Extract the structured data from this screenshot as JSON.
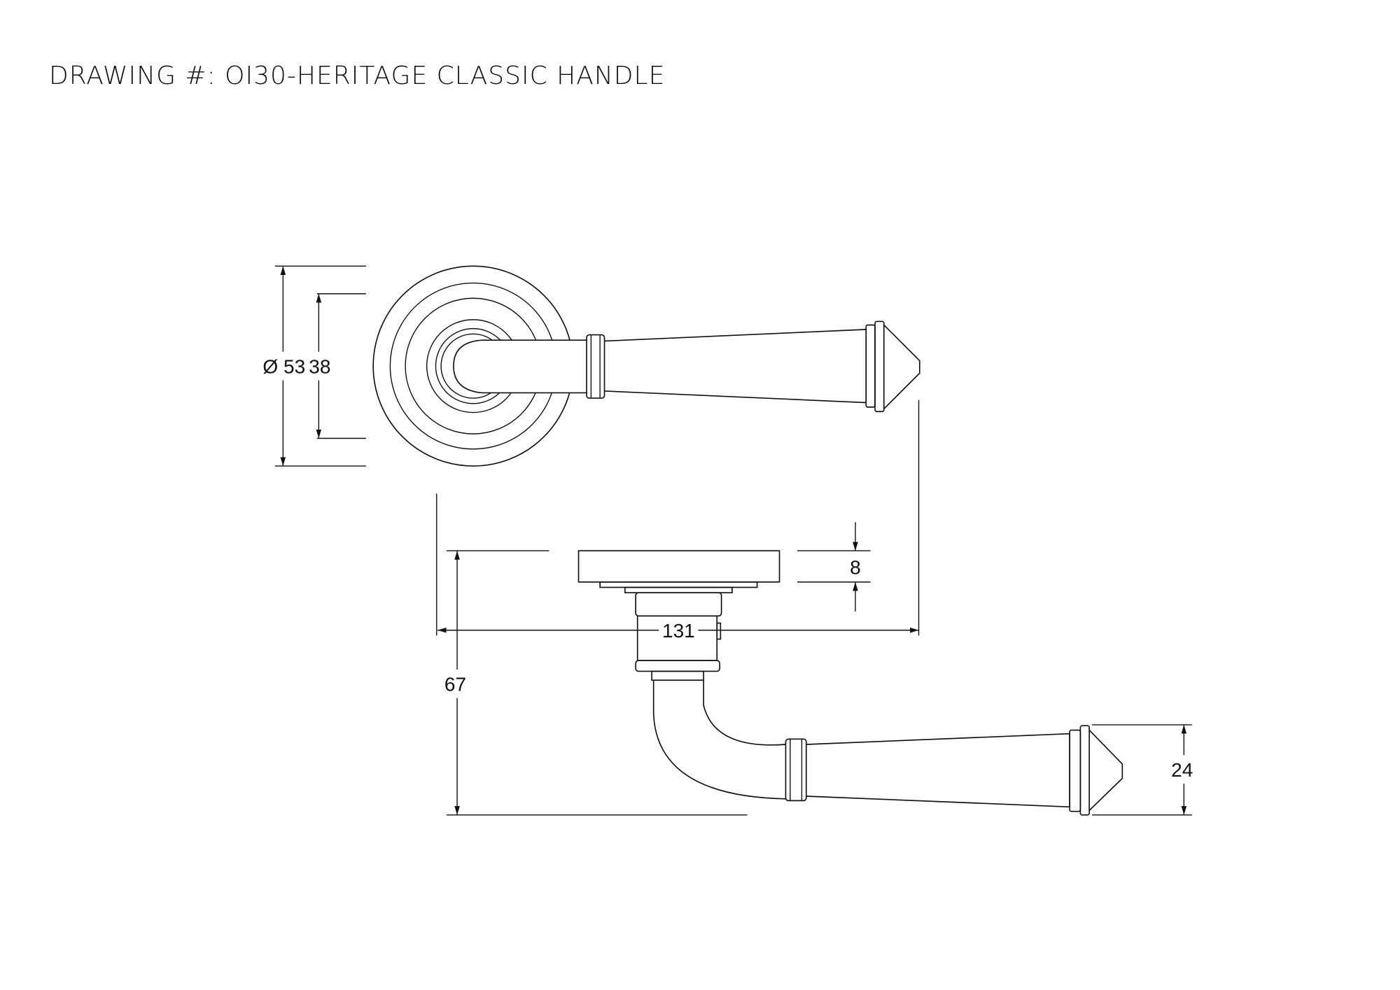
{
  "title": "DRAWING #: OI30-HERITAGE CLASSIC HANDLE",
  "dimensions": {
    "rose_diameter": "Ø 53",
    "inner_diameter": "38",
    "plate_thickness": "8",
    "projection": "67",
    "length": "131",
    "lever_height": "24"
  }
}
